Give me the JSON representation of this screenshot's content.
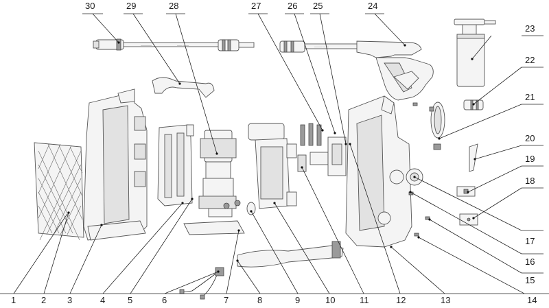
{
  "callouts": {
    "c1": "1",
    "c2": "2",
    "c3": "3",
    "c4": "4",
    "c5": "5",
    "c6": "6",
    "c7": "7",
    "c8": "8",
    "c9": "9",
    "c10": "10",
    "c11": "11",
    "c12": "12",
    "c13": "13",
    "c14": "14",
    "c15": "15",
    "c16": "16",
    "c17": "17",
    "c18": "18",
    "c19": "19",
    "c20": "20",
    "c21": "21",
    "c22": "22",
    "c23": "23",
    "c24": "24",
    "c25": "25",
    "c26": "26",
    "c27": "27",
    "c28": "28",
    "c29": "29",
    "c30": "30"
  },
  "colors": {
    "line": "#555555",
    "fill": "#f4f4f4",
    "accent": "#9a9a9a"
  }
}
